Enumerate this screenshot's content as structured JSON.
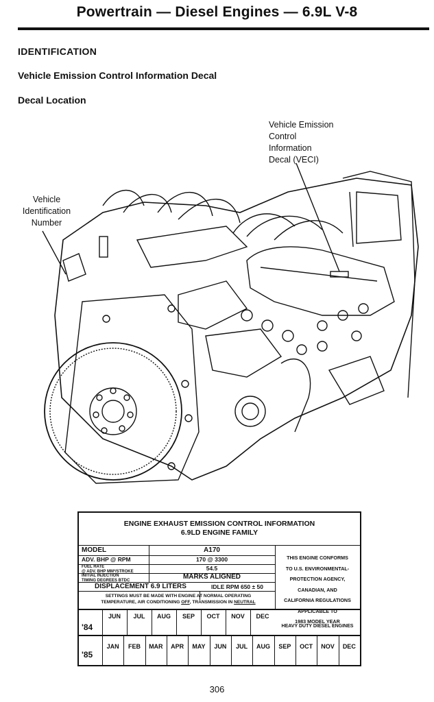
{
  "header": {
    "title": "Powertrain — Diesel Engines — 6.9L V-8"
  },
  "section": {
    "heading": "IDENTIFICATION",
    "subheading1": "Vehicle Emission Control Information Decal",
    "subheading2": "Decal Location"
  },
  "callouts": {
    "veci": [
      "Vehicle Emission",
      "Control",
      "Information",
      "Decal (VECI)"
    ],
    "vin": [
      "Vehicle",
      "Identification",
      "Number"
    ]
  },
  "decal": {
    "title_line1": "ENGINE EXHAUST EMISSION CONTROL INFORMATION",
    "title_line2": "6.9LD ENGINE FAMILY",
    "model_label": "MODEL",
    "model_value": "A170",
    "bhp_label": "ADV. BHP @ RPM",
    "bhp_value": "170 @ 3300",
    "fuel_label_1": "FUEL RATE",
    "fuel_label_2": "@ ADV. BHP  MM³/STROKE",
    "fuel_value": "54.5",
    "timing_label_1": "INITIAL INJECTION",
    "timing_label_2": "TIMING DEGREES BTDC",
    "timing_value": "MARKS ALIGNED",
    "displacement": "DISPLACEMENT 6.9 LITERS",
    "idle": "IDLE RPM 650 ± 50",
    "settings_line1": "SETTINGS MUST BE MADE WITH ENGINE AT NORMAL OPERATING",
    "settings_line2a": "TEMPERATURE, AIR CONDITIONING ",
    "settings_off": "OFF",
    "settings_line2b": ", TRANSMISSION IN ",
    "settings_neutral": "NEUTRAL",
    "cert": [
      "THIS ENGINE CONFORMS",
      "TO U.S. ENVIRONMENTAL-",
      "PROTECTION AGENCY,",
      "CANADIAN, AND",
      "CALIFORNIA REGULATIONS",
      "APPLICABLE TO",
      "1983 MODEL YEAR",
      "HEAVY DUTY DIESEL ENGINES"
    ],
    "year84": "'84",
    "months84": [
      "JUN",
      "JUL",
      "AUG",
      "SEP",
      "OCT",
      "NOV",
      "DEC"
    ],
    "year85": "'85",
    "months85": [
      "JAN",
      "FEB",
      "MAR",
      "APR",
      "MAY",
      "JUN",
      "JUL",
      "AUG",
      "SEP",
      "OCT",
      "NOV",
      "DEC"
    ]
  },
  "page_number": "306"
}
